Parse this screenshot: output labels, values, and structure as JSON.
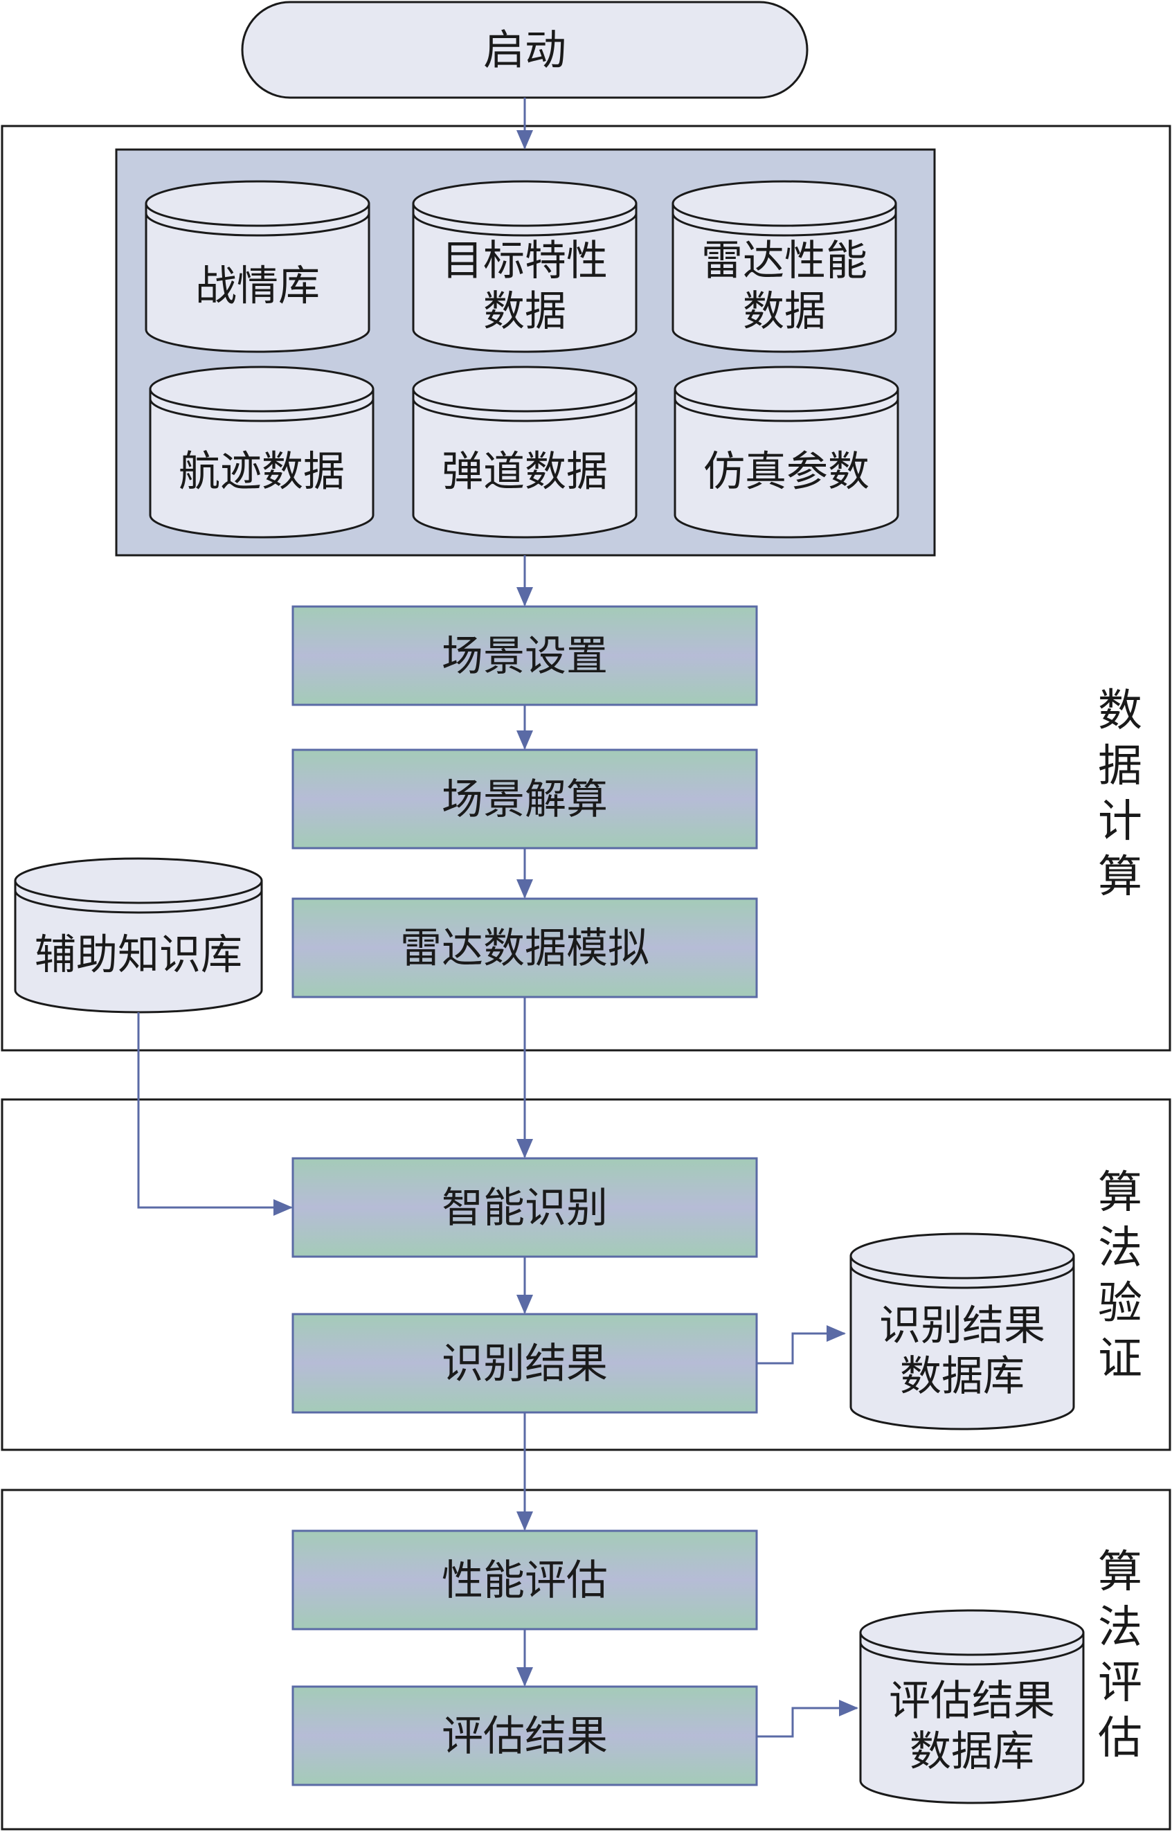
{
  "start": {
    "label": "启动"
  },
  "databases": [
    {
      "lines": [
        "战情库"
      ]
    },
    {
      "lines": [
        "目标特性",
        "数据"
      ]
    },
    {
      "lines": [
        "雷达性能",
        "数据"
      ]
    },
    {
      "lines": [
        "航迹数据"
      ]
    },
    {
      "lines": [
        "弹道数据"
      ]
    },
    {
      "lines": [
        "仿真参数"
      ]
    }
  ],
  "process": {
    "scene_setup": "场景设置",
    "scene_solve": "场景解算",
    "radar_sim": "雷达数据模拟",
    "smart_recognition": "智能识别",
    "recognition_result": "识别结果",
    "performance_eval": "性能评估",
    "eval_result": "评估结果"
  },
  "side_databases": {
    "aux_knowledge": [
      "辅助知识库"
    ],
    "recognition_db": [
      "识别结果",
      "数据库"
    ],
    "eval_db": [
      "评估结果",
      "数据库"
    ]
  },
  "sections": {
    "data_compute": [
      "数",
      "据",
      "计",
      "算"
    ],
    "algo_verify": [
      "算",
      "法",
      "验",
      "证"
    ],
    "algo_eval": [
      "算",
      "法",
      "评",
      "估"
    ]
  },
  "colors": {
    "line": "#5a6aa5",
    "panel_fill": "#c5cde0",
    "db_fill": "#e6e8f2",
    "gradient_top": "#a4cbb8",
    "gradient_mid": "#b6bcd6"
  }
}
